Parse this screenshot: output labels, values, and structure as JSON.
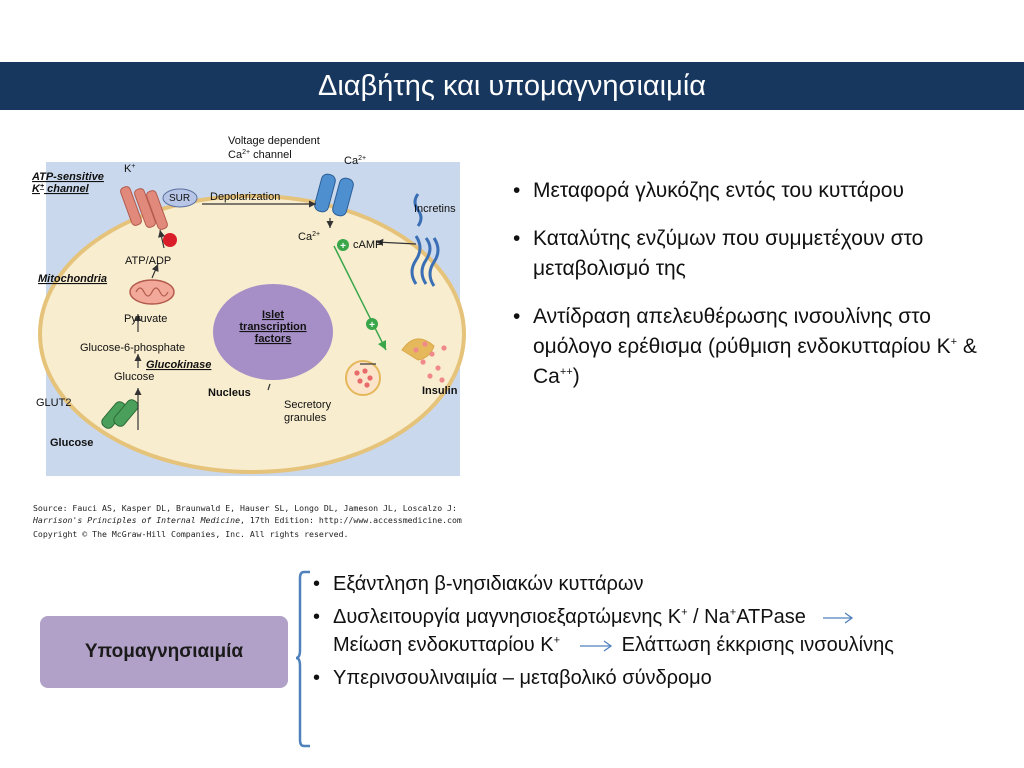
{
  "title": "Διαβήτης και υπομαγνησιαιμία",
  "figure": {
    "labels": {
      "atp_sensitive": "ATP-sensitive",
      "k_channel": "K",
      "k_channel_rest": " channel",
      "k_plus": "K",
      "sur": "SUR",
      "depolarization": "Depolarization",
      "voltage_dependent": "Voltage dependent",
      "ca_channel": "Ca",
      "ca_channel_rest": " channel",
      "ca_top": "Ca",
      "ca_inner": "Ca",
      "camp": "cAMP",
      "incretins": "Incretins",
      "atp_adp": "ATP/ADP",
      "mitochondria": "Mitochondria",
      "pyruvate": "Pyruvate",
      "g6p": "Glucose-6-phosphate",
      "glucokinase": "Glucokinase",
      "glucose_inner": "Glucose",
      "glut2": "GLUT2",
      "glucose_outer": "Glucose",
      "islet1": "Islet",
      "islet2": "transcription",
      "islet3": "factors",
      "nucleus": "Nucleus",
      "secretory1": "Secretory",
      "secretory2": "granules",
      "insulin": "Insulin",
      "sup_plus": "+",
      "sup_2plus": "2+"
    },
    "colors": {
      "background": "#c9d8ec",
      "cell": "#f8edcf",
      "cell_border": "#e6c37a",
      "nucleus": "#a68fc6",
      "blue_channel": "#4e8fd0",
      "red_channel": "#e1897a",
      "green_channel": "#4aa05a",
      "green_arrow": "#3aa64a",
      "red_dot": "#d91e2a"
    }
  },
  "caption": {
    "line1": "Source: Fauci AS, Kasper DL, Braunwald E, Hauser SL, Longo DL, Jameson JL, Loscalzo J:",
    "line2_italic": "Harrison's Principles of Internal Medicine",
    "line2_rest": ", 17th Edition: http://www.accessmedicine.com",
    "line3": "Copyright © The McGraw-Hill Companies, Inc. All rights reserved."
  },
  "right_bullets": {
    "b1": "Μεταφορά γλυκόζης εντός του κυττάρου",
    "b2": "Καταλύτης ενζύμων που συμμετέχουν στο μεταβολισμό της",
    "b3_text": "Αντίδραση απελευθέρωσης ινσουλίνης στο ομόλογο ερέθισμα (ρύθμιση ενδοκυτταρίου K",
    "b3_sup1": "+",
    "b3_mid": " & Ca",
    "b3_sup2": "++",
    "b3_end": ")"
  },
  "hypo_label": "Υπομαγνησιαιμία",
  "bottom_bullets": {
    "b1": "Εξάντληση β-νησιδιακών κυττάρων",
    "b2_a": "Δυσλειτουργία μαγνησιοεξαρτώμενης K",
    "b2_sup1": "+",
    "b2_b": " / Na",
    "b2_sup2": "+",
    "b2_c": "ATPase",
    "b2_d": "Μείωση ενδοκυτταρίου K",
    "b2_sup3": "+",
    "b2_e": "Ελάττωση έκκρισης ινσουλίνης",
    "b3": "Υπερινσουλιναιμία – μεταβολικό  σύνδρομο"
  }
}
